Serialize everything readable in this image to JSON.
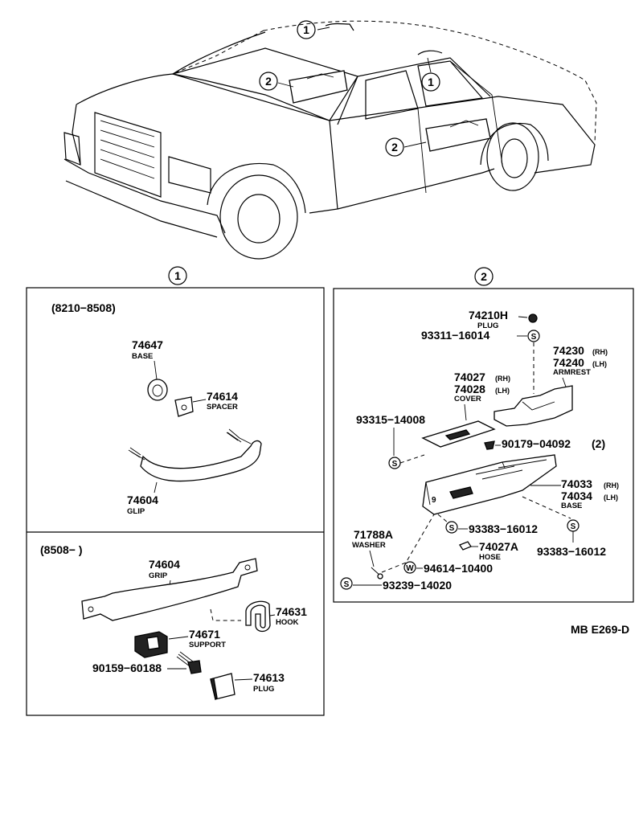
{
  "callouts": {
    "one": "1",
    "two": "2"
  },
  "panel_a": {
    "top": {
      "range": "(8210−8508)",
      "base_num": "74647",
      "base_name": "BASE",
      "spacer_num": "74614",
      "spacer_name": "SPACER",
      "glip_num": "74604",
      "glip_name": "GLIP"
    },
    "bottom": {
      "range": "(8508−          )",
      "grip_num": "74604",
      "grip_name": "GRIP",
      "hook_num": "74631",
      "hook_name": "HOOK",
      "support_num": "74671",
      "support_name": "SUPPORT",
      "screw_num": "90159−60188",
      "plug_num": "74613",
      "plug_name": "PLUG"
    }
  },
  "panel_b": {
    "plug_num": "74210H",
    "plug_name": "PLUG",
    "s1_num": "93311−16014",
    "armrest_rh": "74230",
    "armrest_lh": "74240",
    "armrest_name": "ARMREST",
    "rh": "(RH)",
    "lh": "(LH)",
    "cover_rh": "74027",
    "cover_lh": "74028",
    "cover_name": "COVER",
    "s2_num": "93315−14008",
    "clip_num": "90179−04092",
    "clip_qty": "(2)",
    "base_rh": "74033",
    "base_lh": "74034",
    "base_name": "BASE",
    "washer_num": "71788A",
    "washer_name": "WASHER",
    "s3_num": "93383−16012",
    "s4_num": "93383−16012",
    "hose_num": "74027A",
    "hose_name": "HOSE",
    "w_num": "94614−10400",
    "s5_num": "93239−14020"
  },
  "footer": {
    "code": "MB E269-D"
  },
  "symbols": {
    "s": "S",
    "w": "W"
  }
}
